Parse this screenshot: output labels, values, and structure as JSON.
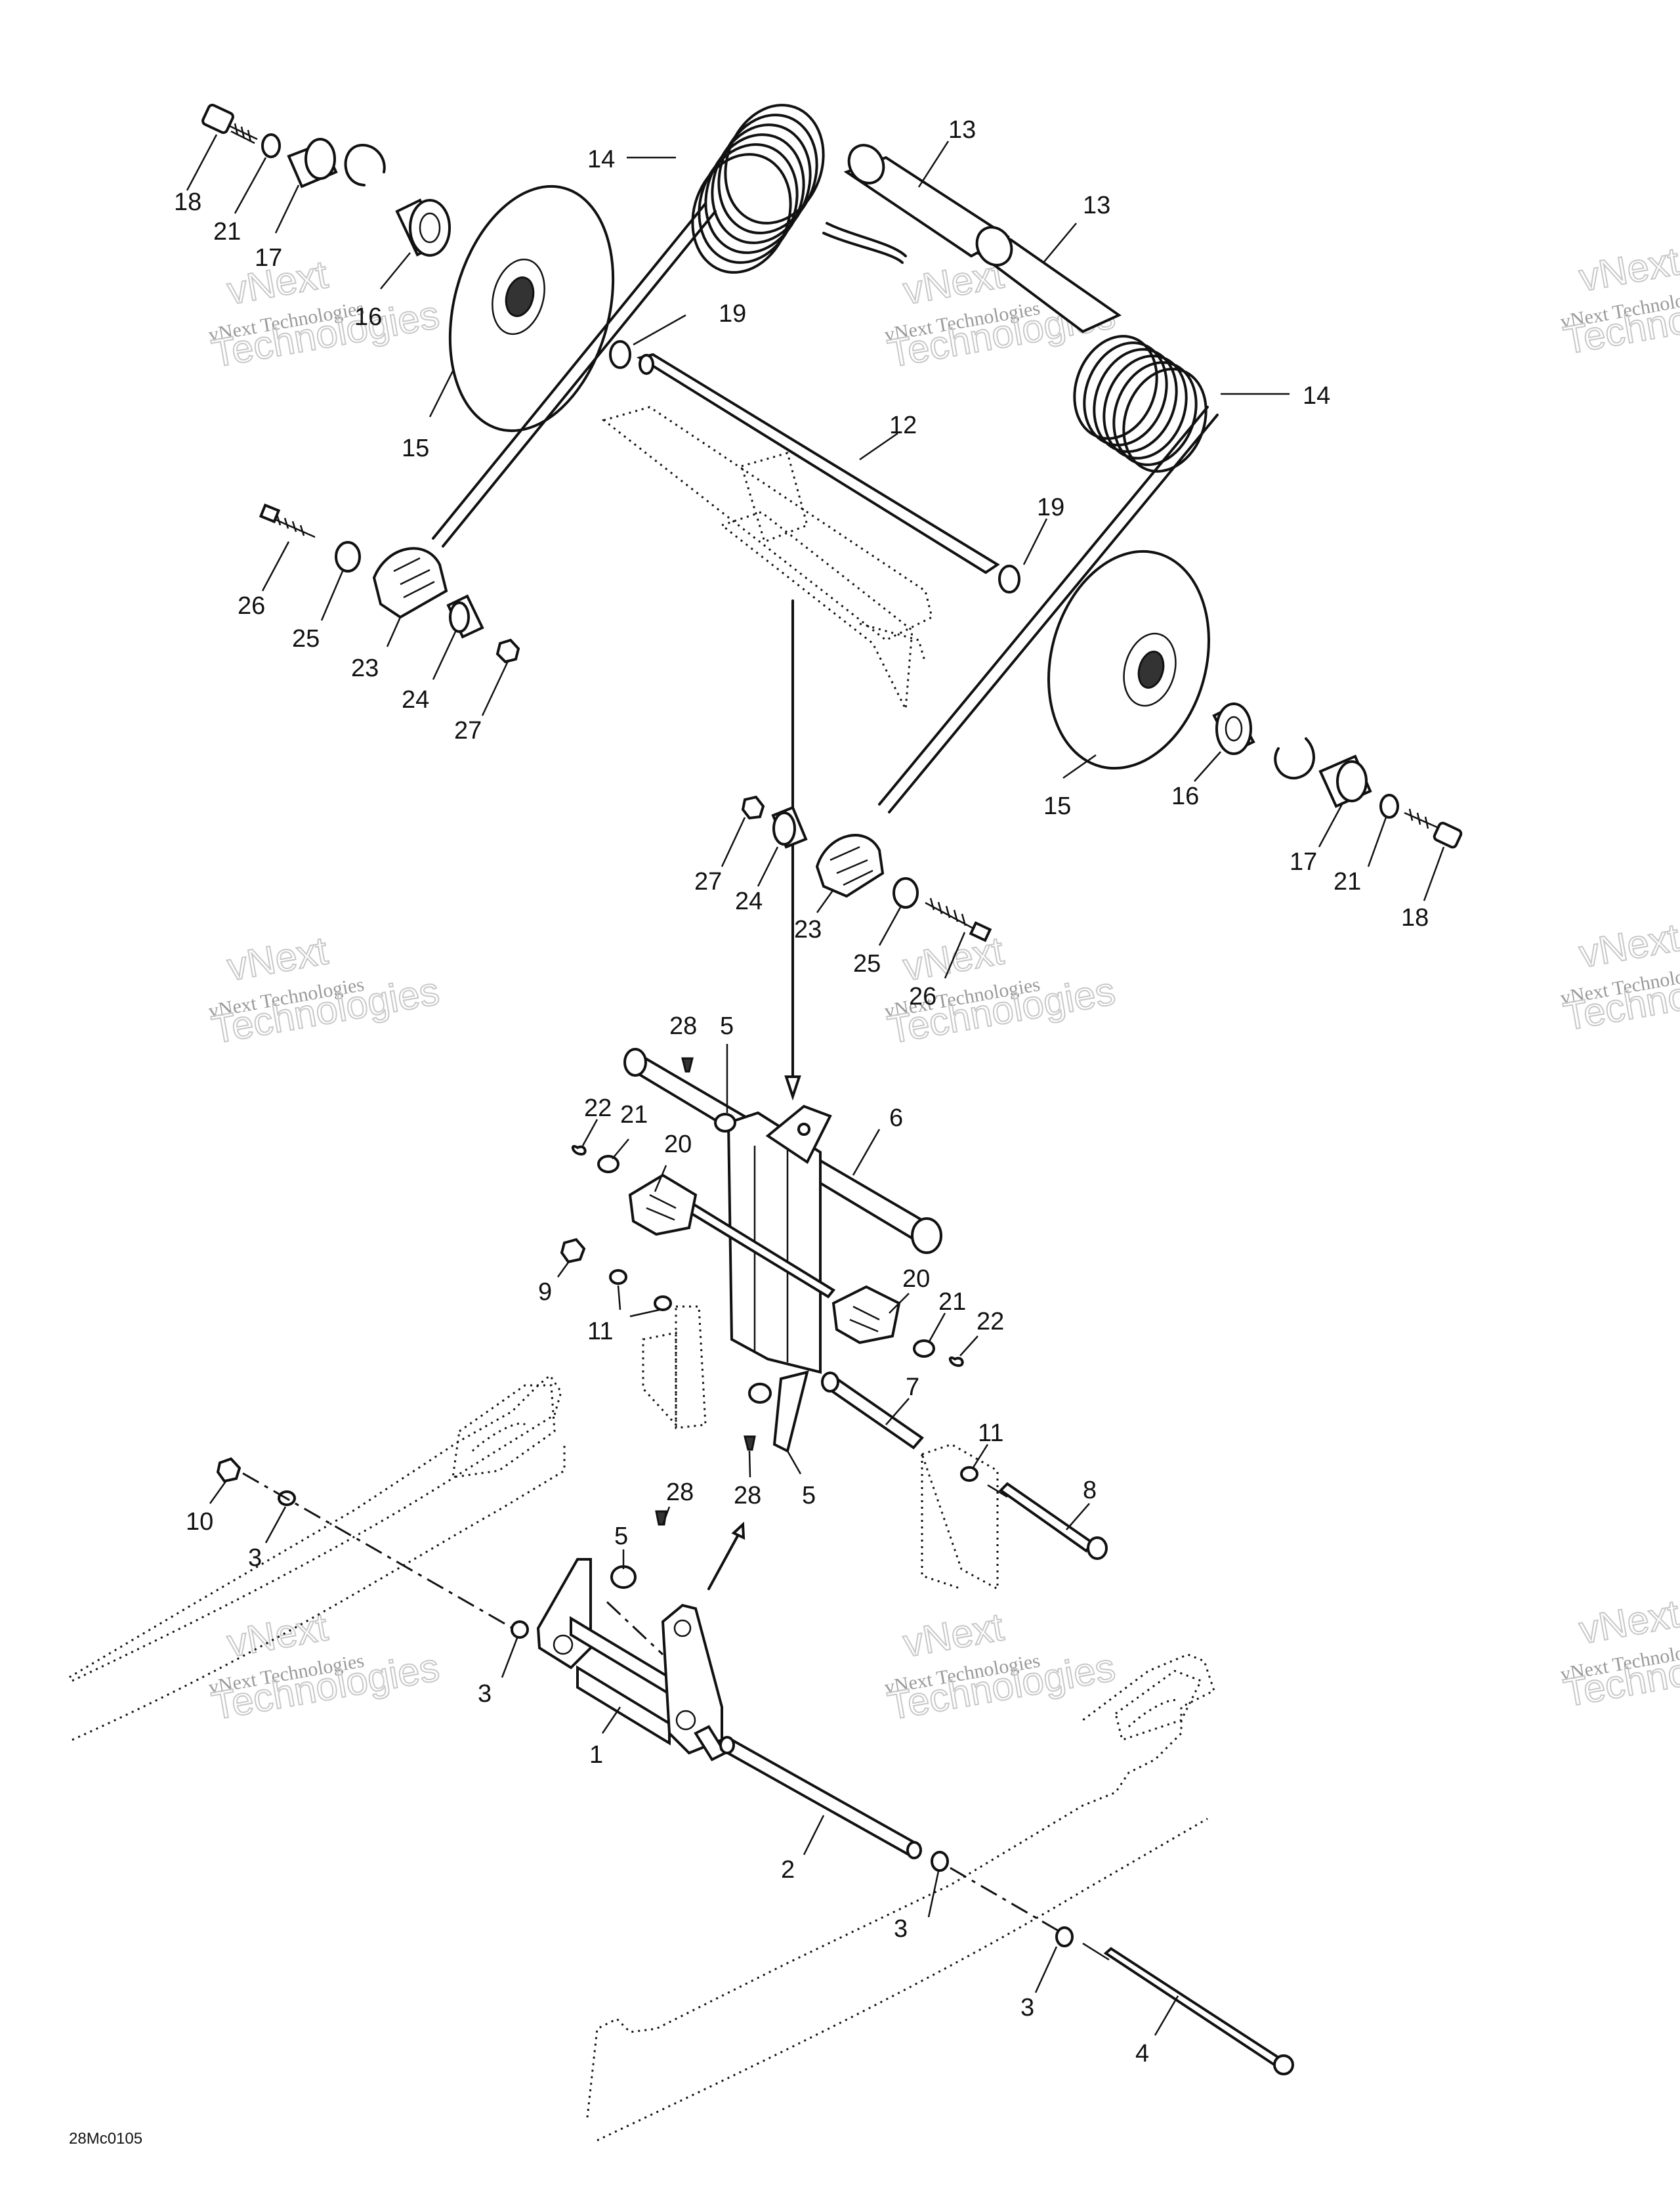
{
  "diagram_code": "28Mc0105",
  "watermark": {
    "line1": "vNext",
    "line2": "vNext Technologies",
    "line3": "Technologies"
  },
  "part_labels": [
    "1",
    "2",
    "3",
    "4",
    "5",
    "6",
    "7",
    "8",
    "9",
    "10",
    "11",
    "12",
    "13",
    "14",
    "15",
    "16",
    "17",
    "18",
    "19",
    "20",
    "21",
    "22",
    "23",
    "24",
    "25",
    "26",
    "27",
    "28"
  ]
}
